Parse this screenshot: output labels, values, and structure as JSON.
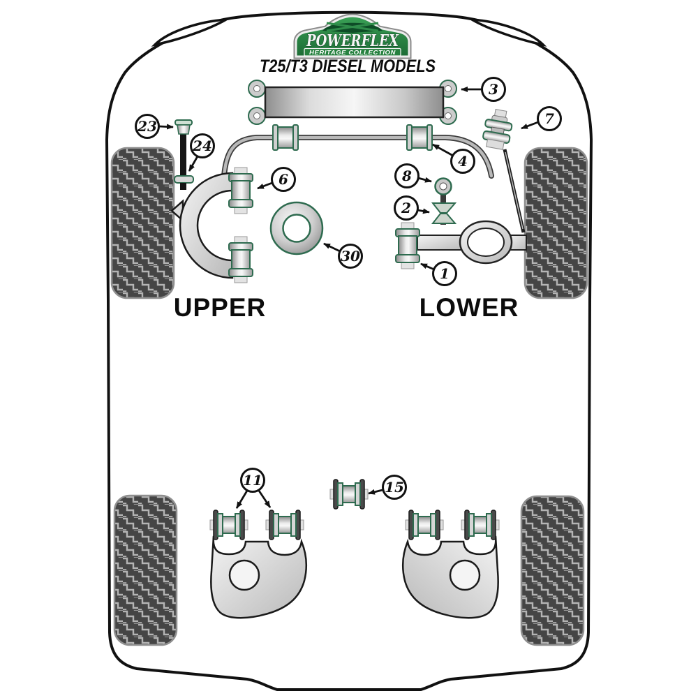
{
  "badge": {
    "title": "POWERFLEX",
    "subtitle": "HERITAGE COLLECTION"
  },
  "heading": {
    "model": "T25/T3 DIESEL MODELS"
  },
  "labels": {
    "upper": "UPPER",
    "lower": "LOWER"
  },
  "callouts": {
    "c3": "3",
    "c7": "7",
    "c23": "23",
    "c24": "24",
    "c4": "4",
    "c6": "6",
    "c8": "8",
    "c2": "2",
    "c30": "30",
    "c1": "1",
    "c11": "11",
    "c15": "15"
  },
  "colors": {
    "badge_green": "#2B8746",
    "badge_dark_green": "#0E4C27",
    "bushing_outline_green": "#2E6B4F",
    "diagram_line": "#111111",
    "tire_color": "#454545",
    "tread_line": "#B4B4B4",
    "background": "#FFFFFF"
  }
}
